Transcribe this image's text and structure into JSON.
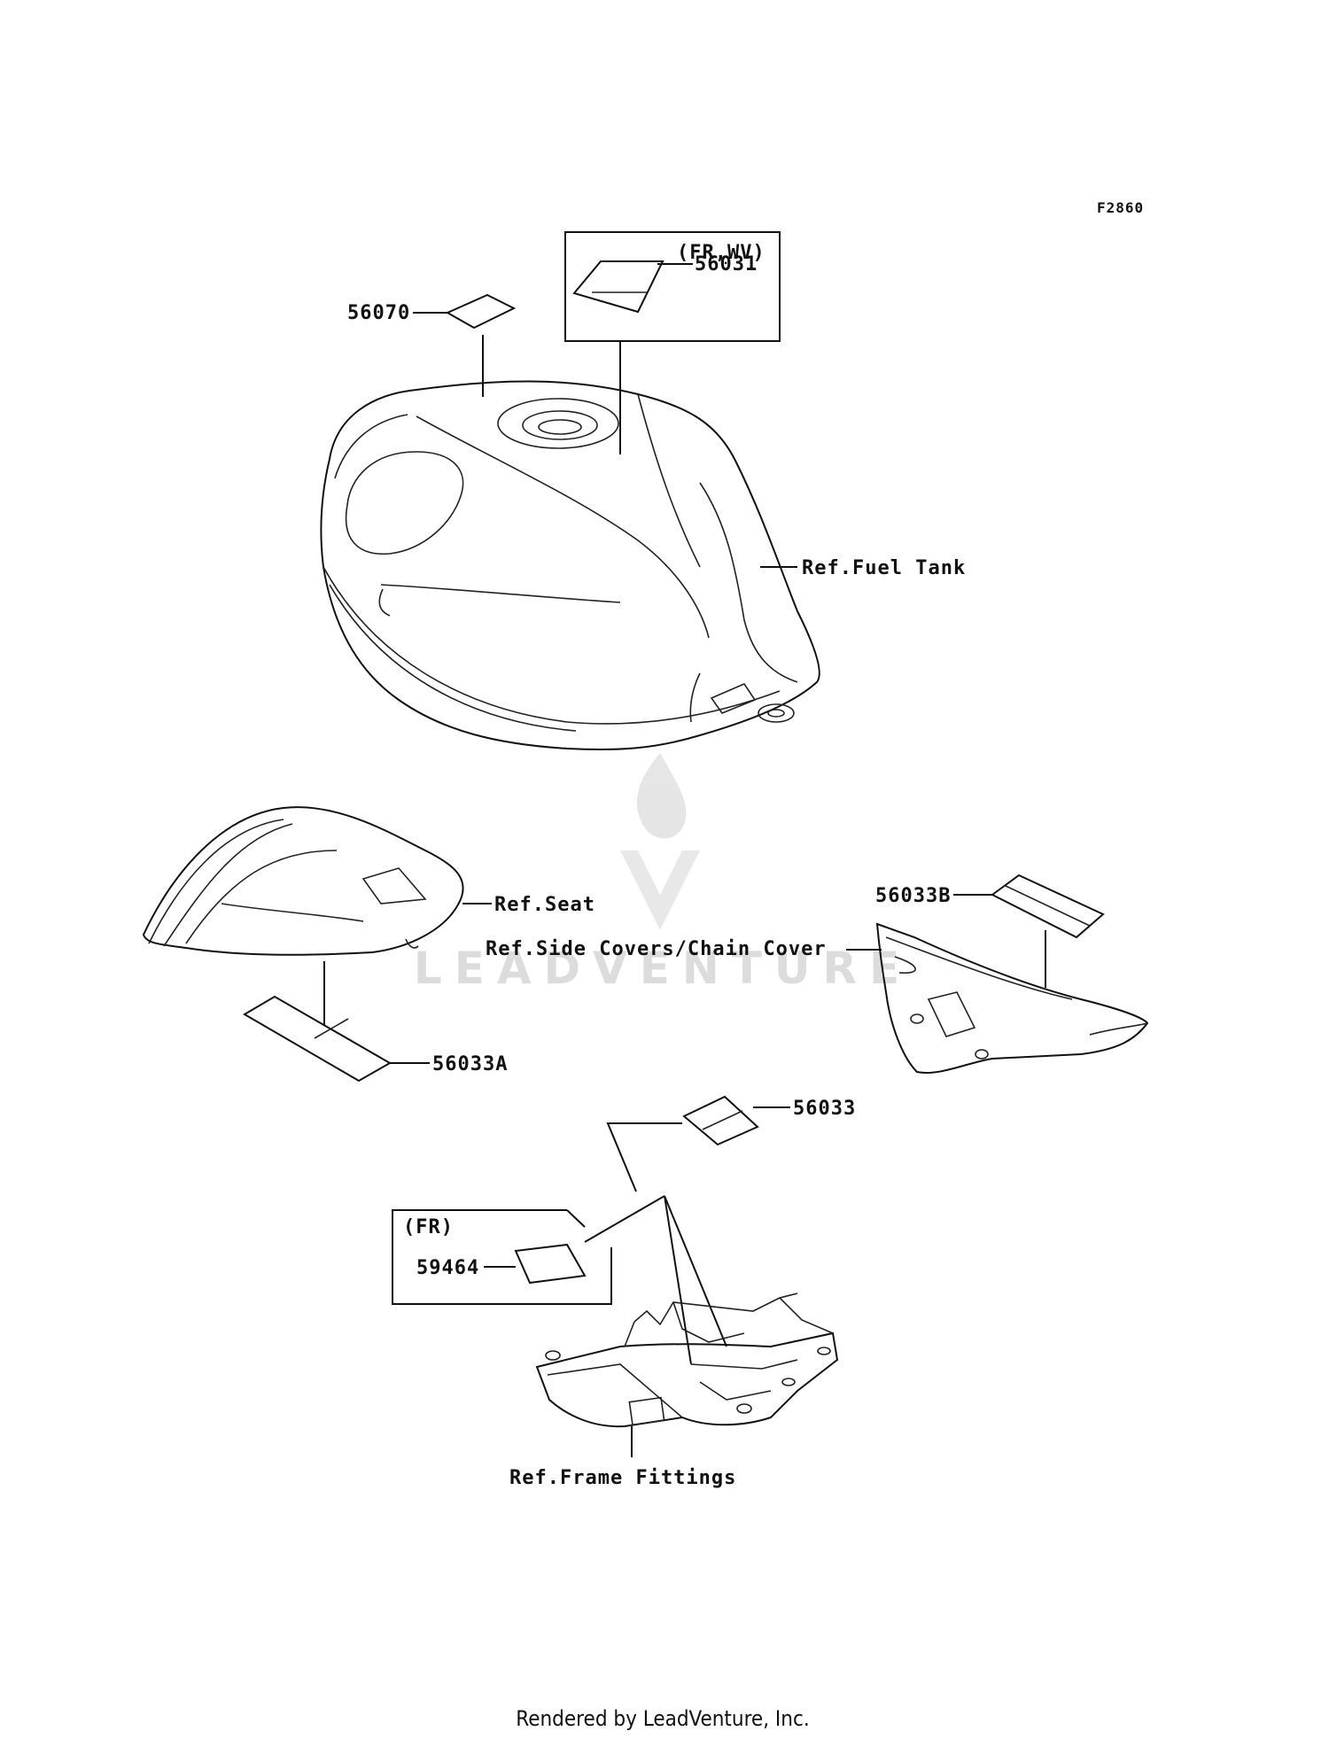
{
  "figure_code": "F2860",
  "parts": {
    "p56070": "56070",
    "p56031": "56031",
    "p56033B": "56033B",
    "p56033A": "56033A",
    "p56033": "56033",
    "p59464": "59464"
  },
  "variants": {
    "fr_wv": "(FR,WV)",
    "fr": "(FR)"
  },
  "references": {
    "fuel_tank": "Ref.Fuel Tank",
    "seat": "Ref.Seat",
    "side_covers": "Ref.Side Covers/Chain Cover",
    "frame_fittings": "Ref.Frame Fittings"
  },
  "watermark": "LEADVENTURE",
  "footer": "Rendered by LeadVenture, Inc."
}
